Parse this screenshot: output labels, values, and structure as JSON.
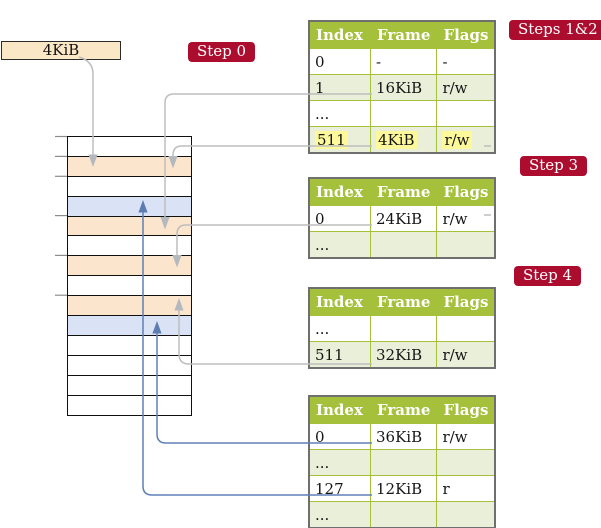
{
  "figure": {
    "free_frame_box": {
      "label": "4KiB"
    },
    "badges": {
      "step0": "Step 0",
      "steps12": "Steps 1&2",
      "step3": "Step 3",
      "step4": "Step 4"
    },
    "memory_stack": {
      "rows": [
        {
          "fill": "white"
        },
        {
          "fill": "peach"
        },
        {
          "fill": "white"
        },
        {
          "fill": "blue"
        },
        {
          "fill": "peach"
        },
        {
          "fill": "white"
        },
        {
          "fill": "peach"
        },
        {
          "fill": "white"
        },
        {
          "fill": "peach"
        },
        {
          "fill": "blue"
        },
        {
          "fill": "white"
        },
        {
          "fill": "white"
        },
        {
          "fill": "white"
        },
        {
          "fill": "white"
        }
      ]
    },
    "page_tables": [
      {
        "name": "page-table-steps-1-2",
        "headers": [
          "Index",
          "Frame",
          "Flags"
        ],
        "rows": [
          {
            "cells": [
              "0",
              "-",
              "-"
            ],
            "shaded": false,
            "highlight": false
          },
          {
            "cells": [
              "1",
              "16KiB",
              "r/w"
            ],
            "shaded": true,
            "highlight": false
          },
          {
            "cells": [
              "...",
              "",
              ""
            ],
            "shaded": false,
            "highlight": false
          },
          {
            "cells": [
              "511",
              "4KiB",
              "r/w"
            ],
            "shaded": true,
            "highlight": true
          }
        ]
      },
      {
        "name": "page-table-step-3",
        "headers": [
          "Index",
          "Frame",
          "Flags"
        ],
        "rows": [
          {
            "cells": [
              "0",
              "24KiB",
              "r/w"
            ],
            "shaded": false,
            "highlight": false
          },
          {
            "cells": [
              "...",
              "",
              ""
            ],
            "shaded": true,
            "highlight": false
          }
        ]
      },
      {
        "name": "page-table-step-4",
        "headers": [
          "Index",
          "Frame",
          "Flags"
        ],
        "rows": [
          {
            "cells": [
              "...",
              "",
              ""
            ],
            "shaded": false,
            "highlight": false
          },
          {
            "cells": [
              "511",
              "32KiB",
              "r/w"
            ],
            "shaded": true,
            "highlight": false
          }
        ]
      },
      {
        "name": "page-table-final",
        "headers": [
          "Index",
          "Frame",
          "Flags"
        ],
        "rows": [
          {
            "cells": [
              "0",
              "36KiB",
              "r/w"
            ],
            "shaded": false,
            "highlight": false
          },
          {
            "cells": [
              "...",
              "",
              ""
            ],
            "shaded": true,
            "highlight": false
          },
          {
            "cells": [
              "127",
              "12KiB",
              "r"
            ],
            "shaded": false,
            "highlight": false
          },
          {
            "cells": [
              "...",
              "",
              ""
            ],
            "shaded": true,
            "highlight": false
          }
        ]
      }
    ],
    "colors": {
      "badge_red": "#ac0d2e",
      "table_header_green": "#a5c13c",
      "table_row_green": "#eaefd9",
      "frame_peach": "#fce5cd",
      "frame_blue": "#d9e3f5",
      "highlight_yellow": "#fdf99b",
      "connector_gray": "#bdbdbd",
      "connector_blue": "#5e80b8",
      "free_frame_box_fill": "#fae7c6"
    }
  }
}
